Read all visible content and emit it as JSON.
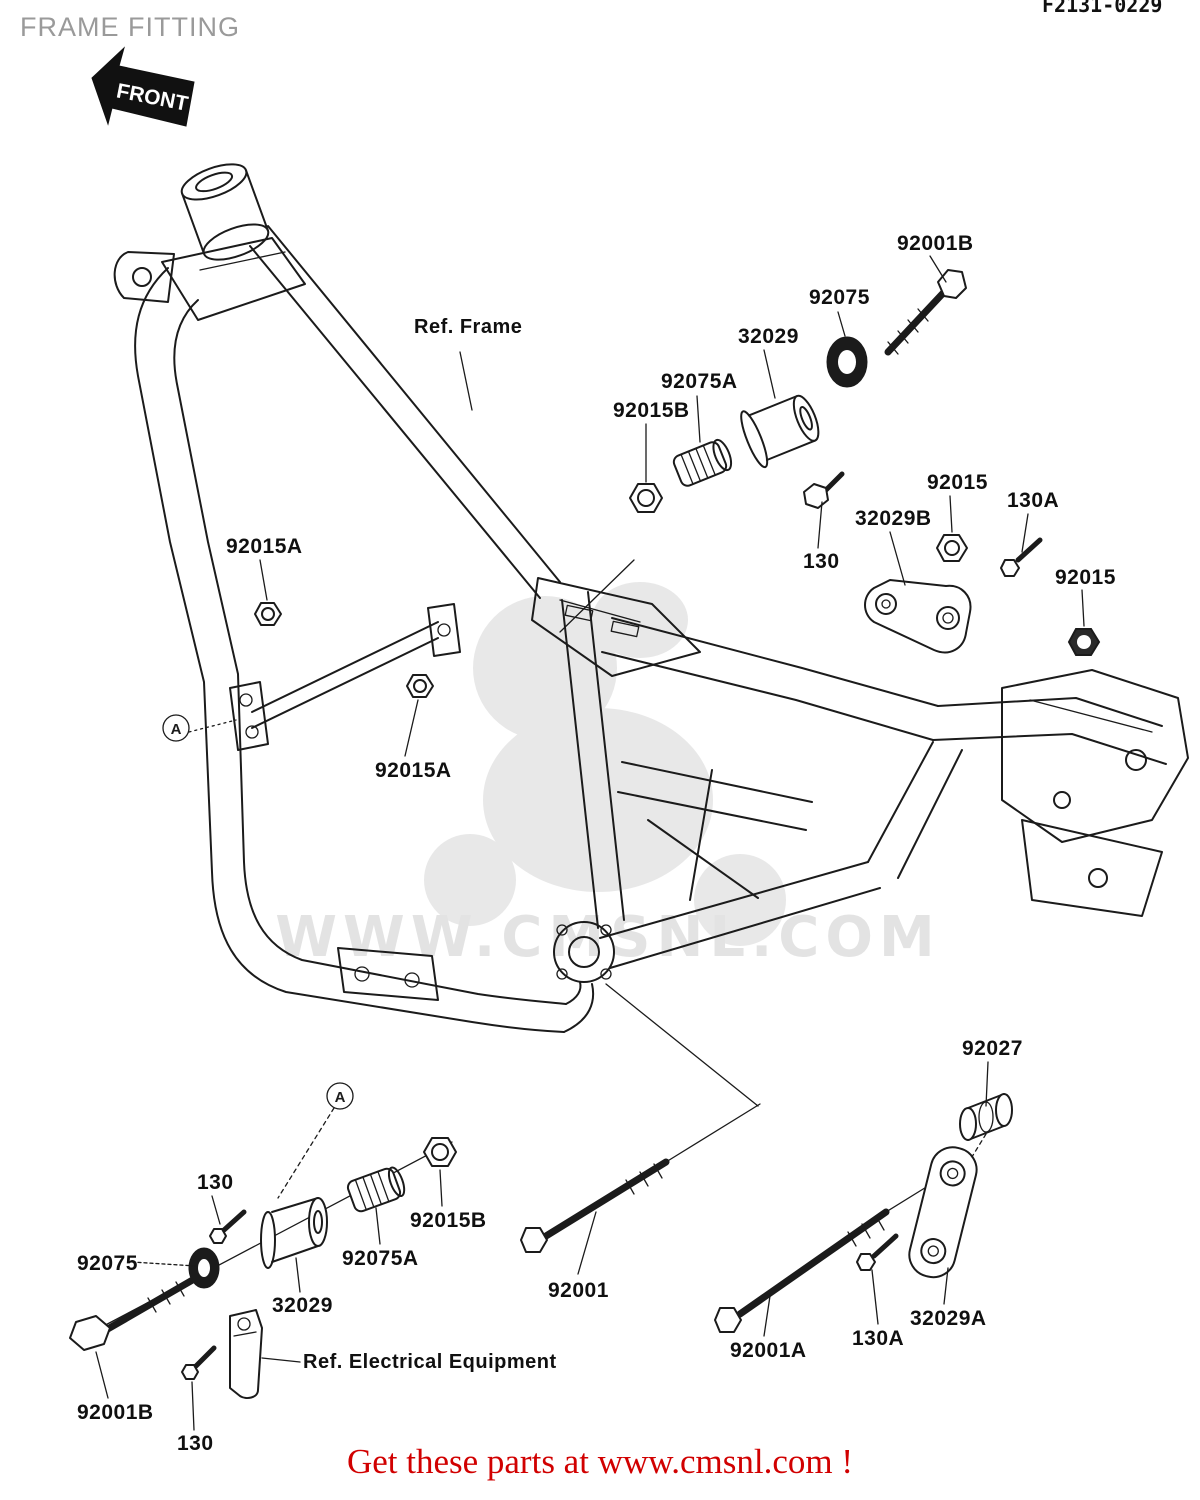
{
  "header": {
    "title": "FRAME FITTING",
    "doc_number": "F2131-0229"
  },
  "front_arrow": {
    "label": "FRONT"
  },
  "markers": {
    "a": "A"
  },
  "watermark": {
    "text": "WWW.CMSNL.COM"
  },
  "footer": {
    "text": "Get these parts at www.cmsnl.com !"
  },
  "colors": {
    "ink": "#1b1b1b",
    "title_gray": "#9a9a9a",
    "footer_red": "#d10000",
    "watermark_gray": "#c9c9c9"
  },
  "labels": [
    {
      "id": "ref-frame",
      "text": "Ref. Frame"
    },
    {
      "id": "92001B-top",
      "text": "92001B"
    },
    {
      "id": "92075-top",
      "text": "92075"
    },
    {
      "id": "32029-top",
      "text": "32029"
    },
    {
      "id": "92075A-top",
      "text": "92075A"
    },
    {
      "id": "92015B-top",
      "text": "92015B"
    },
    {
      "id": "130-top",
      "text": "130"
    },
    {
      "id": "32029B",
      "text": "32029B"
    },
    {
      "id": "92015-a",
      "text": "92015"
    },
    {
      "id": "130A-top",
      "text": "130A"
    },
    {
      "id": "92015-b",
      "text": "92015"
    },
    {
      "id": "92015A-top",
      "text": "92015A"
    },
    {
      "id": "92015A-mid",
      "text": "92015A"
    },
    {
      "id": "92027",
      "text": "92027"
    },
    {
      "id": "130-bottom-left",
      "text": "130"
    },
    {
      "id": "92015B-bottom",
      "text": "92015B"
    },
    {
      "id": "92075A-bottom",
      "text": "92075A"
    },
    {
      "id": "92075-bottom",
      "text": "92075"
    },
    {
      "id": "32029-bottom",
      "text": "32029"
    },
    {
      "id": "92001",
      "text": "92001"
    },
    {
      "id": "ref-electrical",
      "text": "Ref. Electrical Equipment"
    },
    {
      "id": "92001B-bottom",
      "text": "92001B"
    },
    {
      "id": "130-bottom",
      "text": "130"
    },
    {
      "id": "92001A",
      "text": "92001A"
    },
    {
      "id": "130A-bottom",
      "text": "130A"
    },
    {
      "id": "32029A",
      "text": "32029A"
    }
  ]
}
